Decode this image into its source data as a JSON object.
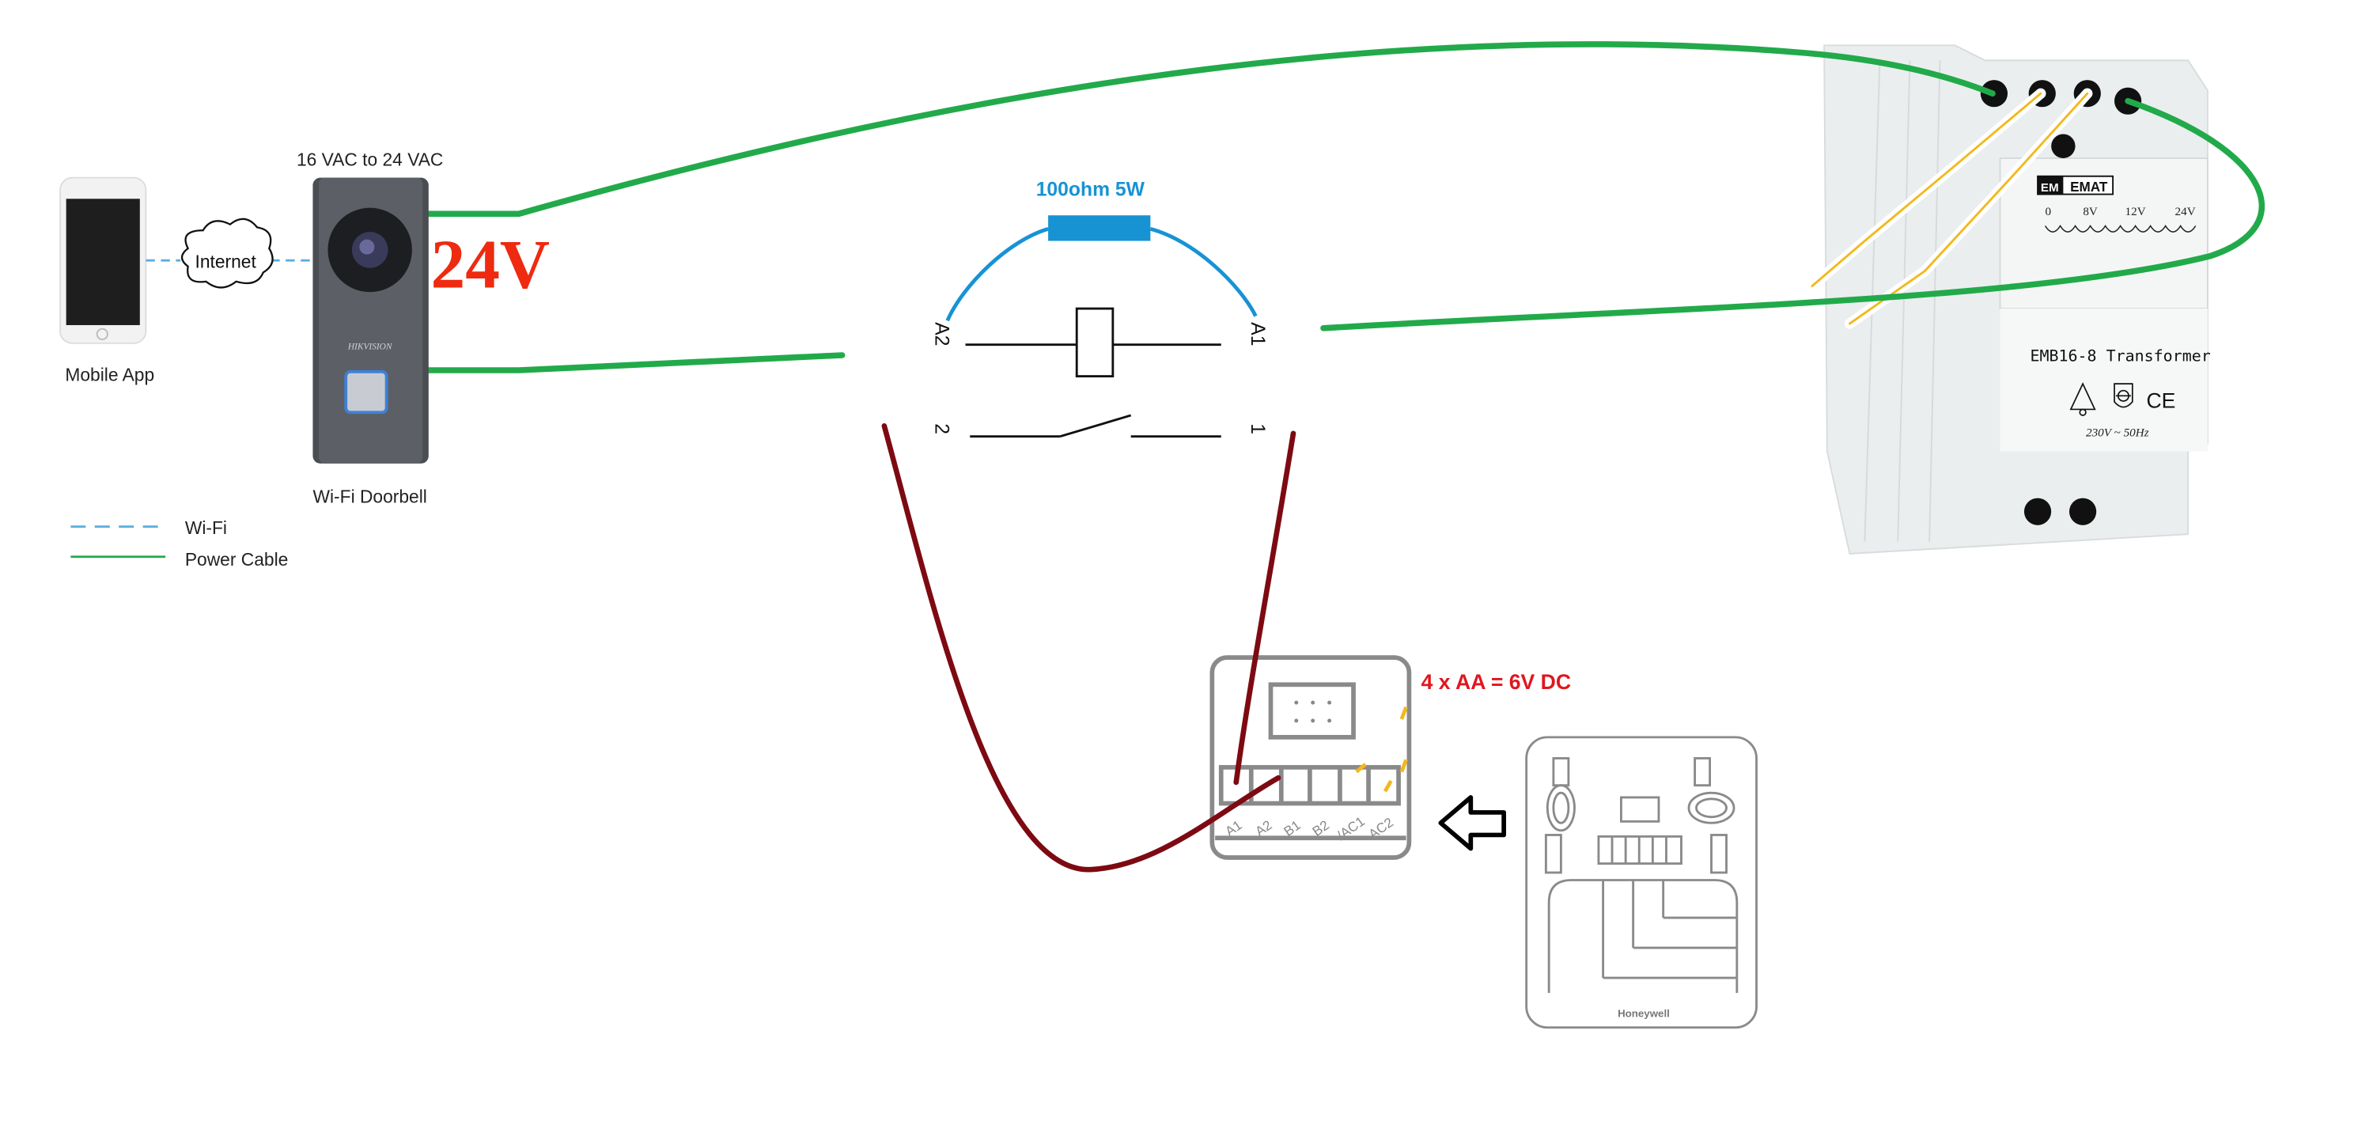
{
  "colors": {
    "power_cable": "#22aa4a",
    "wifi": "#5aaee0",
    "resistor": "#1793d4",
    "relay_wire": "#7d0a12",
    "voltage_text": "#ee2a10",
    "battery_text": "#e0161e",
    "resistor_text": "#1793d4"
  },
  "left": {
    "voltage_range": "16 VAC to 24 VAC",
    "voltage_big": "24V",
    "mobile_label": "Mobile App",
    "internet_label": "Internet",
    "doorbell_label": "Wi-Fi Doorbell",
    "doorbell_brand": "HIKVISION",
    "legend": [
      {
        "label": "Wi-Fi",
        "style": "dashed"
      },
      {
        "label": "Power Cable",
        "style": "solid"
      }
    ]
  },
  "relay": {
    "resistor_label": "100ohm 5W",
    "coil_left": "A2",
    "coil_right": "A1",
    "switch_left": "2",
    "switch_right": "1"
  },
  "receiver": {
    "battery_note": "4 x AA = 6V DC",
    "terminals": [
      "A1",
      "A2",
      "B1",
      "B2",
      "/AC1",
      "AC2"
    ],
    "plate_brand": "Honeywell"
  },
  "transformer": {
    "brand_logo": "EM",
    "brand": "EMAT",
    "taps": [
      "0",
      "8V",
      "12V",
      "24V"
    ],
    "model": "EMB16-8 Transformer",
    "rating": "230V ~ 50Hz",
    "ce_mark": "CE"
  }
}
